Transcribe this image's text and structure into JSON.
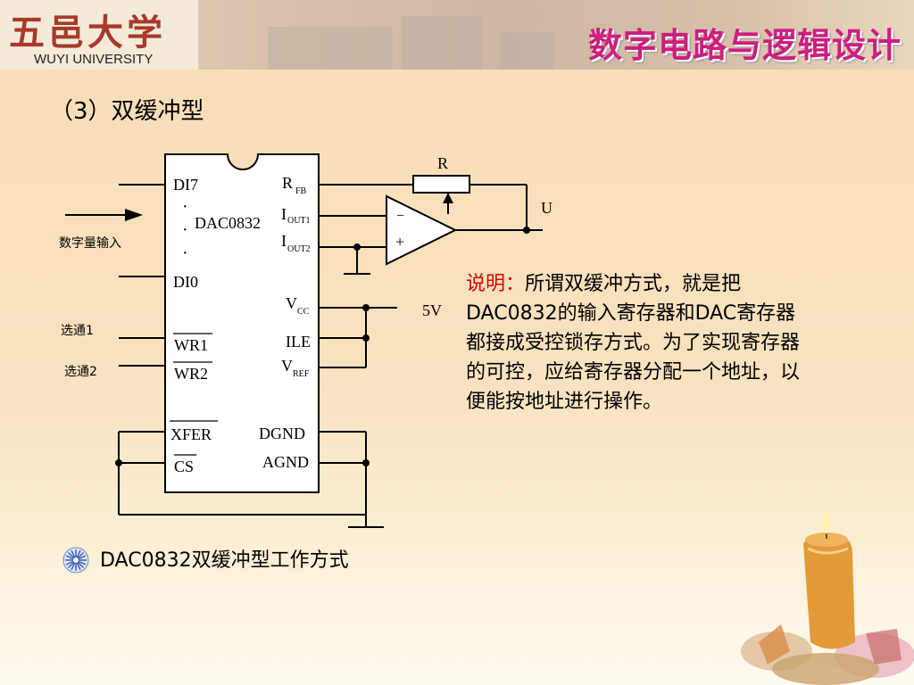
{
  "header": {
    "logo_cn": "五邑大学",
    "logo_en": "WUYI UNIVERSITY",
    "course_title": "数字电路与逻辑设计"
  },
  "heading": "（3）双缓冲型",
  "circuit": {
    "chip_name": "DAC0832",
    "pins_left": {
      "di7": "DI7",
      "di0": "DI0",
      "wr1": "WR1",
      "wr2": "WR2",
      "xfer": "XFER",
      "cs": "CS"
    },
    "pins_right": {
      "rfb_main": "R",
      "rfb_sub": "FB",
      "iout1_main": "I",
      "iout1_sub": "OUT1",
      "iout2_main": "I",
      "iout2_sub": "OUT2",
      "vcc_main": "V",
      "vcc_sub": "CC",
      "ile": "ILE",
      "vref_main": "V",
      "vref_sub": "REF",
      "dgnd": "DGND",
      "agnd": "AGND"
    },
    "dot": "·",
    "input_label": "数字量输入",
    "select1": "选通1",
    "select2": "选通2",
    "supply": "5V",
    "resistor": "R",
    "output": "U",
    "opamp_minus": "−",
    "opamp_plus": "+"
  },
  "description": {
    "label": "说明：",
    "text": "所谓双缓冲方式，就是把DAC0832的输入寄存器和DAC寄存器都接成受控锁存方式。为了实现寄存器的可控，应给寄存器分配一个地址，以便能按地址进行操作。"
  },
  "caption": "DAC0832双缓冲型工作方式",
  "colors": {
    "title": "#cc1f7e",
    "highlight": "#e00000",
    "logo": "#a63a2a"
  },
  "icons": {
    "bullet": "flower-bullet-icon",
    "decoration": "candle-decoration"
  }
}
